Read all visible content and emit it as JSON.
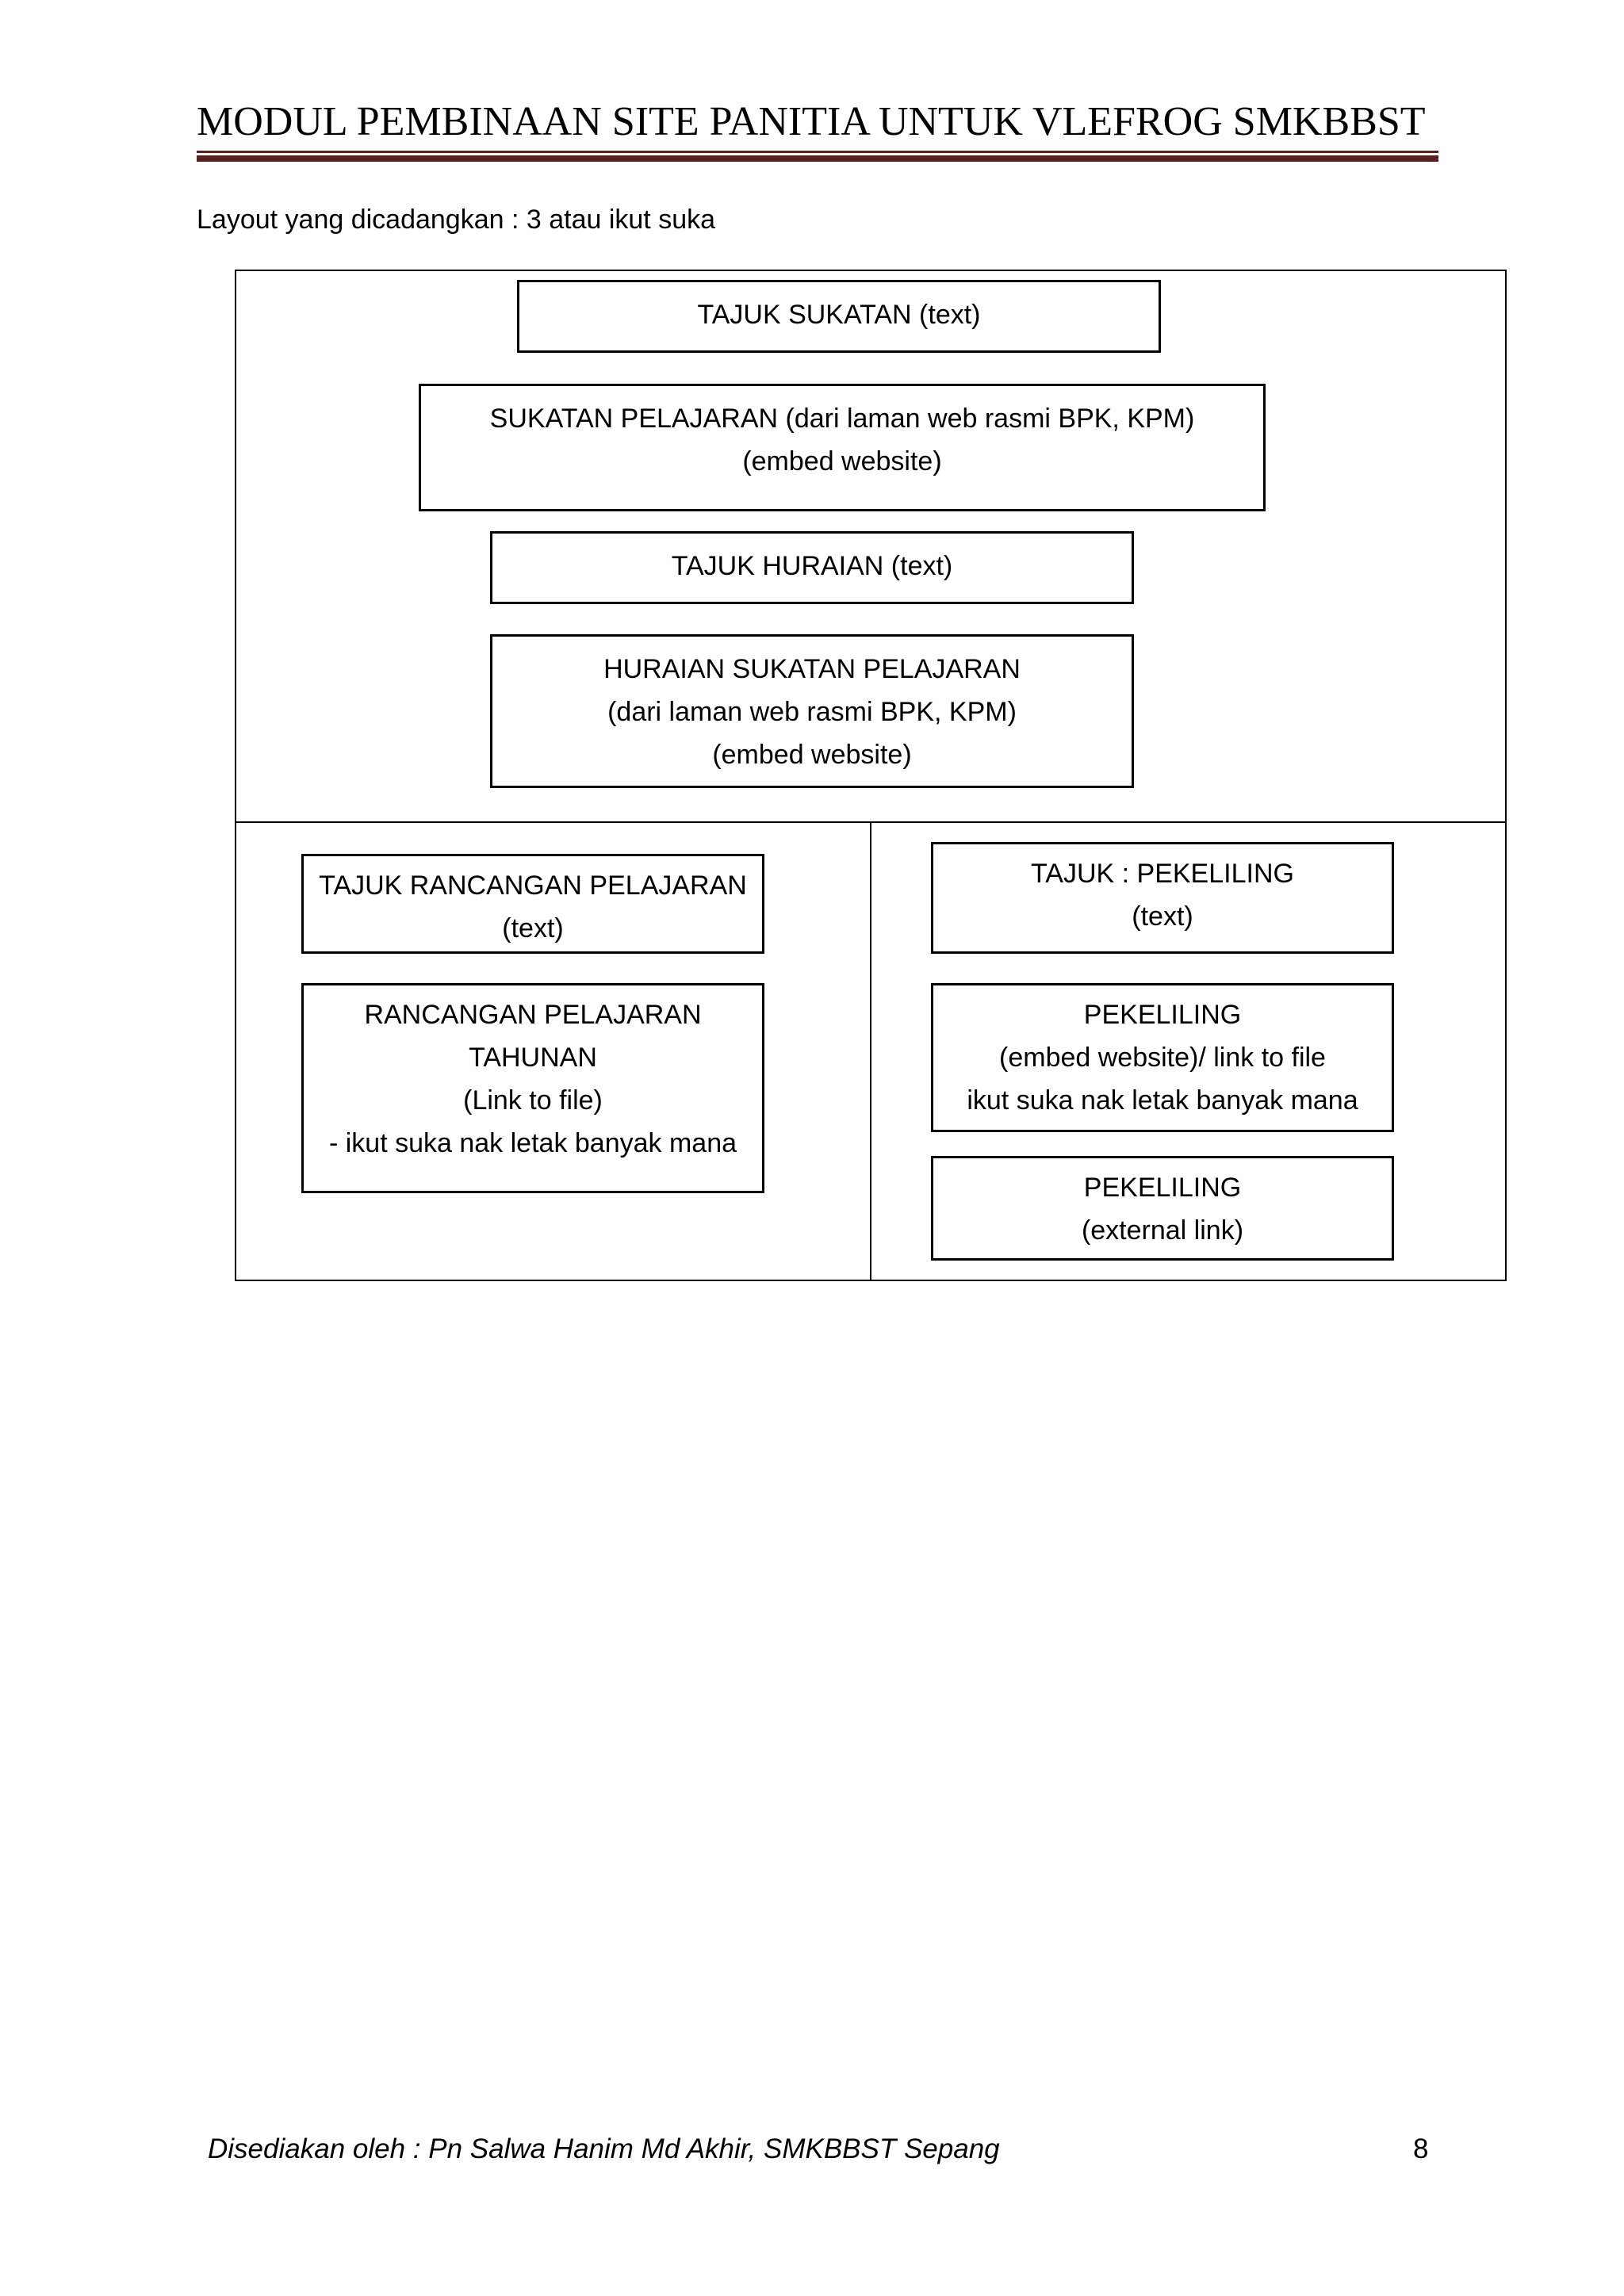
{
  "header": {
    "title": "MODUL PEMBINAAN SITE PANITIA UNTUK VLEFROG SMKBBST"
  },
  "intro": "Layout yang dicadangkan : 3 atau ikut suka",
  "layout": {
    "top_section": {
      "tajuk_sukatan": [
        "TAJUK SUKATAN (text)"
      ],
      "sukatan_pelajaran": [
        "SUKATAN PELAJARAN (dari laman web rasmi BPK, KPM)",
        "(embed website)"
      ],
      "tajuk_huraian": [
        "TAJUK HURAIAN (text)"
      ],
      "huraian_sukatan": [
        "HURAIAN SUKATAN PELAJARAN",
        "(dari laman web rasmi BPK, KPM)",
        "(embed website)"
      ]
    },
    "left_section": {
      "tajuk_rancangan": [
        "TAJUK RANCANGAN PELAJARAN",
        "(text)"
      ],
      "rancangan_pelajaran": [
        "RANCANGAN PELAJARAN",
        "TAHUNAN",
        "(Link to file)",
        "- ikut suka nak letak banyak mana"
      ]
    },
    "right_section": {
      "tajuk_pekeliling": [
        "TAJUK : PEKELILING",
        "(text)"
      ],
      "pekeliling_embed": [
        "PEKELILING",
        "(embed website)/ link to file",
        "ikut suka nak letak banyak mana"
      ],
      "pekeliling_external": [
        "PEKELILING",
        "(external link)"
      ]
    }
  },
  "footer": {
    "prepared_by": "Disediakan oleh : Pn Salwa Hanim Md Akhir, SMKBBST Sepang",
    "page_number": "8"
  },
  "colors": {
    "header_rule": "#5a1f1f"
  }
}
